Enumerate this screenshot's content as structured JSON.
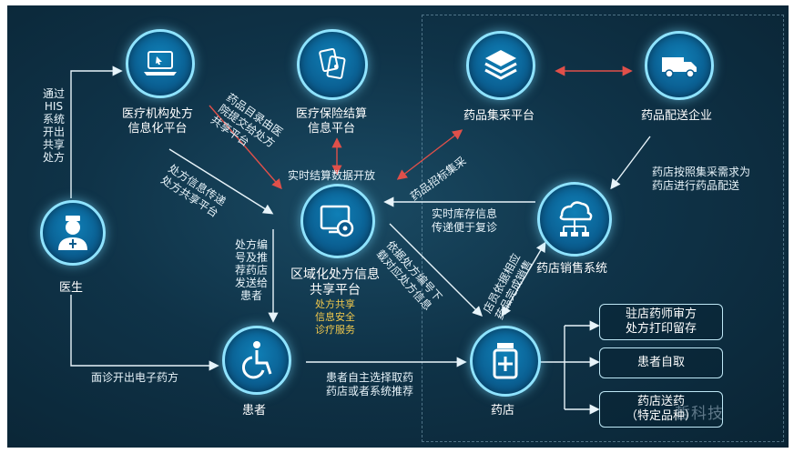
{
  "nodes": {
    "medical": [
      "医疗机构处方",
      "信息化平台"
    ],
    "insurance": [
      "医疗保险结算",
      "信息平台"
    ],
    "procurement": "药品集采平台",
    "delivery": "药品配送企业",
    "doctor": "医生",
    "central": [
      "区域化处方信息",
      "共享平台"
    ],
    "central_services": [
      "处方共享",
      "信息安全",
      "诊疗服务"
    ],
    "sales_system": "药店销售系统",
    "patient": "患者",
    "pharmacy": "药店"
  },
  "annotations": {
    "his": "通过HIS系统开出共享处方",
    "catalog": [
      "药品目录由医",
      "院提交给处方",
      "共享平台"
    ],
    "transmit": [
      "处方信息传递",
      "处方共享平台"
    ],
    "realtime_settlement": "实时结算数据开放",
    "bid": "药品招标集采",
    "stock": [
      "实时库存信息",
      "传递便于复诊"
    ],
    "distribution": [
      "药店按照集采需求为",
      "药店进行药品配送"
    ],
    "rx_push": "处方编号及推荐药店发送给患者",
    "load_rx": [
      "依据处方编号下",
      "载对应处方信息"
    ],
    "sales_data": [
      "店员依据相应",
      "药品完成销售"
    ],
    "e_rx": "面诊开出电子药方",
    "choose": [
      "患者自主选择取药",
      "药店或者系统推荐"
    ]
  },
  "outcomes": [
    [
      "驻店药师审方",
      "处方打印留存"
    ],
    [
      "患者自取"
    ],
    [
      "药店送药",
      "（特定品种）"
    ]
  ],
  "watermark": "哲科技",
  "colors": {
    "arrow_white": "#e8f4fa",
    "arrow_red": "#e0504a",
    "node_ring": "#8fe3ff",
    "service_text": "#f2c94c"
  }
}
